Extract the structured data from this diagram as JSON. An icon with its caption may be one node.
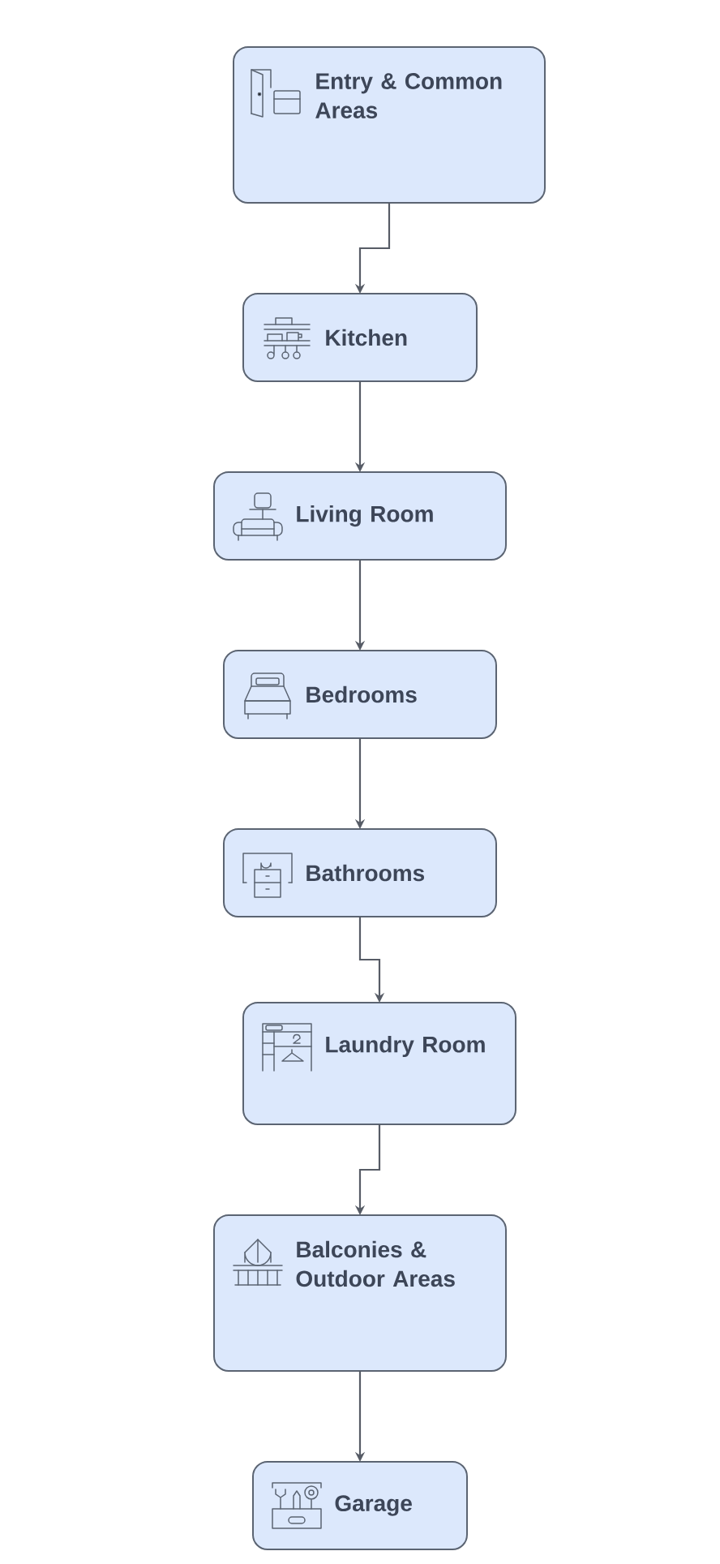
{
  "diagram": {
    "nodes": [
      {
        "text": [
          "Entry & Common Areas"
        ]
      },
      {
        "text": [
          "Kitchen"
        ]
      },
      {
        "text": [
          "Living Room"
        ]
      },
      {
        "text": [
          "Bedrooms"
        ]
      },
      {
        "text": [
          "Bathrooms"
        ]
      },
      {
        "text": [
          "Laundry Room"
        ]
      },
      {
        "text": [
          "Balconies & Outdoor Areas"
        ]
      },
      {
        "text": [
          "Garage"
        ]
      }
    ],
    "edges": [
      {
        "from": 0,
        "to": 1,
        "arrow": "to"
      },
      {
        "from": 1,
        "to": 2,
        "arrow": "to"
      },
      {
        "from": 2,
        "to": 3,
        "arrow": "to"
      },
      {
        "from": 3,
        "to": 4,
        "arrow": "to"
      },
      {
        "from": 4,
        "to": 5,
        "arrow": "to"
      },
      {
        "from": 5,
        "to": 6,
        "arrow": "to"
      },
      {
        "from": 6,
        "to": 7,
        "arrow": "to"
      }
    ]
  }
}
